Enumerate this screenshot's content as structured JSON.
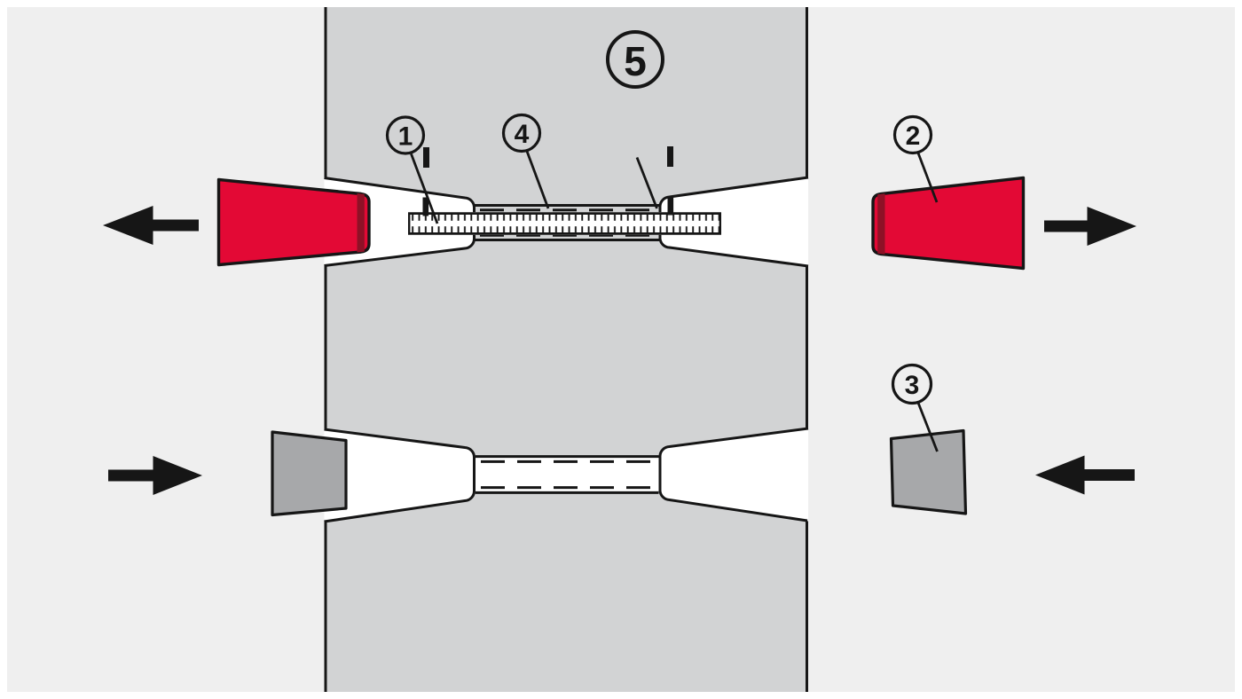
{
  "diagram": {
    "callouts": {
      "c1": {
        "label": "1"
      },
      "c2": {
        "label": "2"
      },
      "c3": {
        "label": "3"
      },
      "c4": {
        "label": "4"
      },
      "c5": {
        "label": "5"
      }
    },
    "marks": {
      "left_index_mark": "I",
      "right_index_mark": "I"
    },
    "arrows": {
      "top_left": "left",
      "top_right": "right",
      "bottom_left": "right",
      "bottom_right": "left"
    },
    "colors": {
      "page": "#ffffff",
      "background": "#efefef",
      "wall": "#d2d3d4",
      "white": "#ffffff",
      "red": "#e30935",
      "red_dark": "#8e1126",
      "plug_gray": "#a7a8aa",
      "line": "#161616"
    }
  }
}
